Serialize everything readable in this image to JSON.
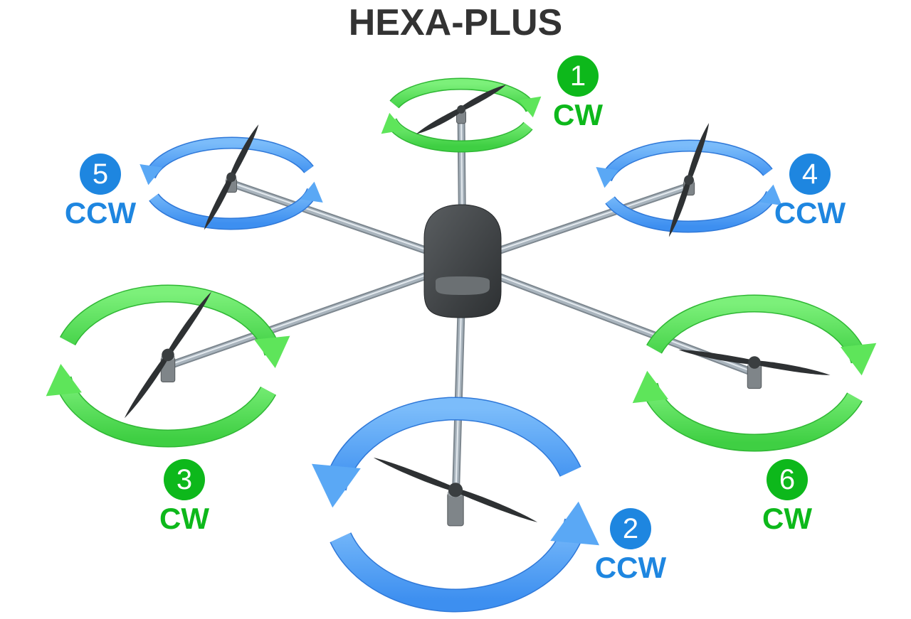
{
  "title": "HEXA-PLUS",
  "colors": {
    "cw": "#0db81b",
    "ccw": "#1e86e0",
    "cw_ring": "#5ee55a",
    "ccw_ring": "#5aa8f5",
    "body": "#3f4244",
    "arm": "#a9b4bd",
    "title": "#333333"
  },
  "motors": [
    {
      "number": "1",
      "direction": "CW"
    },
    {
      "number": "2",
      "direction": "CCW"
    },
    {
      "number": "3",
      "direction": "CW"
    },
    {
      "number": "4",
      "direction": "CCW"
    },
    {
      "number": "5",
      "direction": "CCW"
    },
    {
      "number": "6",
      "direction": "CW"
    }
  ]
}
